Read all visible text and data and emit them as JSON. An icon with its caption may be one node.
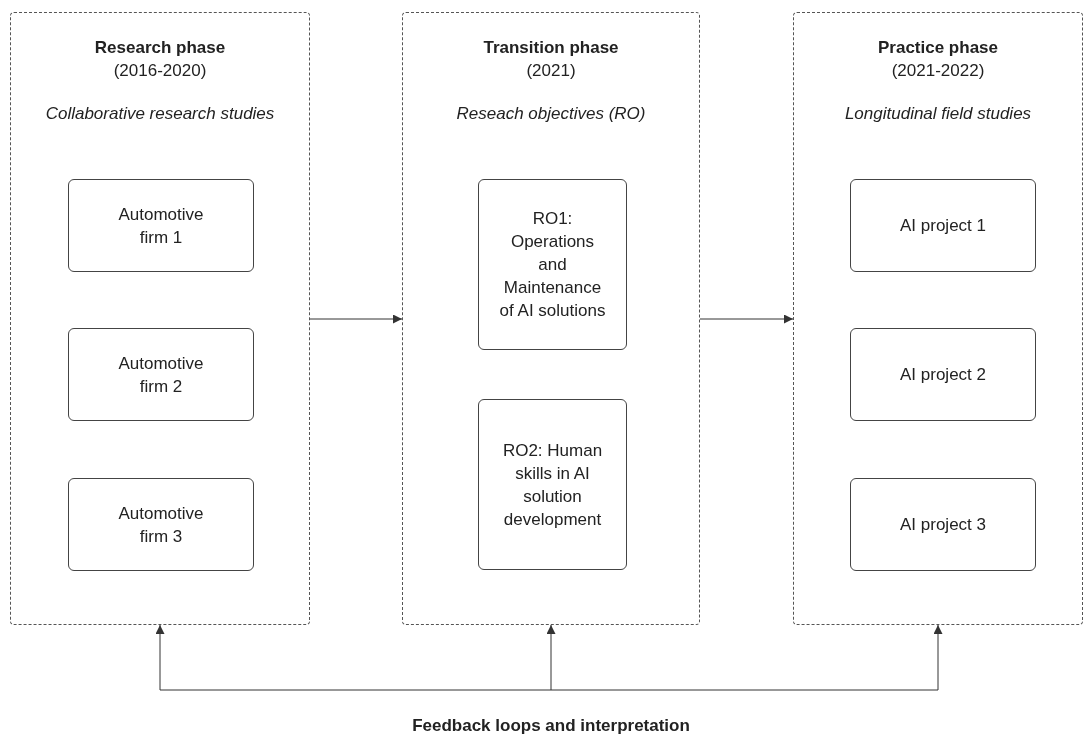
{
  "diagram": {
    "nodes": [
      {
        "text": [
          "Research phase",
          "(2016-2020)",
          "Collaborative research studies"
        ]
      },
      {
        "text": [
          "Automotive firm 1"
        ],
        "in": 0
      },
      {
        "text": [
          "Automotive firm 2"
        ],
        "in": 0
      },
      {
        "text": [
          "Automotive firm 3"
        ],
        "in": 0
      },
      {
        "text": [
          "Transition phase",
          "(2021)",
          "Reseach objectives (RO)"
        ]
      },
      {
        "text": [
          "RO1: Operations and Maintenance of AI solutions"
        ],
        "in": 4
      },
      {
        "text": [
          "RO2: Human skills in AI solution development"
        ],
        "in": 4
      },
      {
        "text": [
          "Practice phase",
          "(2021-2022)",
          "Longitudinal field studies"
        ]
      },
      {
        "text": [
          "AI project 1"
        ],
        "in": 7
      },
      {
        "text": [
          "AI project 2"
        ],
        "in": 7
      },
      {
        "text": [
          "AI project 3"
        ],
        "in": 7
      }
    ],
    "edges": [
      {
        "from": 0,
        "to": 4,
        "arrow": "to"
      },
      {
        "from": 4,
        "to": 7,
        "arrow": "to"
      },
      {
        "from": null,
        "to": 0,
        "arrow": "to"
      },
      {
        "from": null,
        "to": 4,
        "arrow": "to"
      },
      {
        "from": null,
        "to": 7,
        "arrow": "to"
      }
    ],
    "labels": [
      "Feedback loops and interpretation"
    ]
  }
}
